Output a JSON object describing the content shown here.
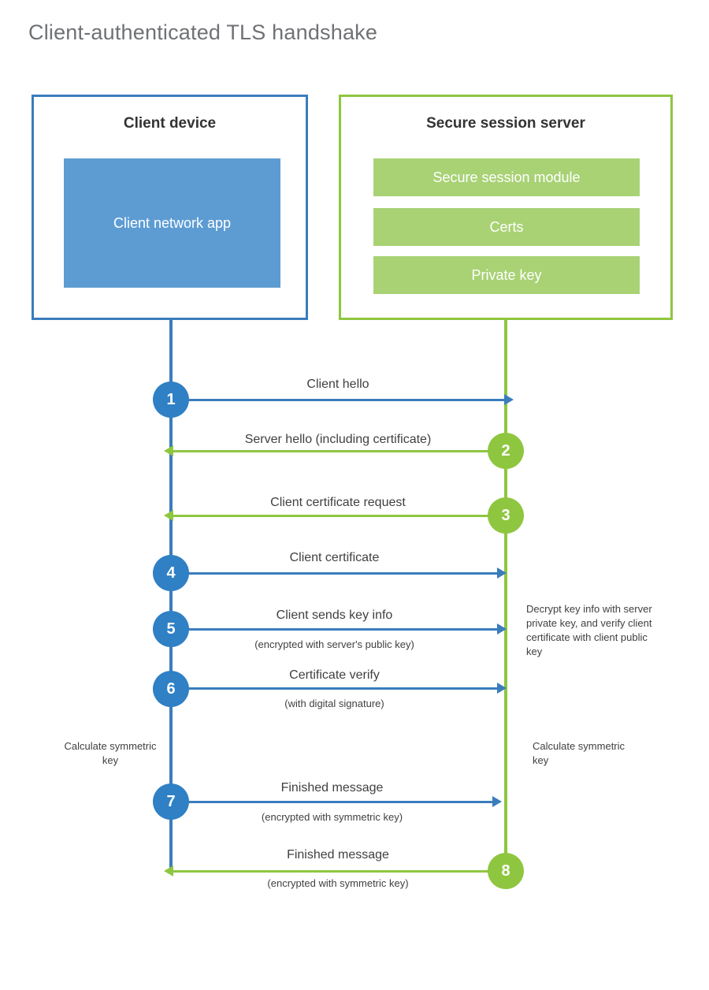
{
  "title": "Client-authenticated TLS handshake",
  "parties": {
    "client": {
      "name": "Client device",
      "blocks": [
        {
          "label": "Client network app"
        }
      ]
    },
    "server": {
      "name": "Secure session server",
      "blocks": [
        {
          "label": "Secure session module"
        },
        {
          "label": "Certs"
        },
        {
          "label": "Private key"
        }
      ]
    }
  },
  "steps": [
    {
      "number": "1",
      "label": "Client hello",
      "sub": "",
      "from": "client",
      "color": "blue"
    },
    {
      "number": "2",
      "label": "Server hello (including certificate)",
      "sub": "",
      "from": "server",
      "color": "green"
    },
    {
      "number": "3",
      "label": "Client certificate request",
      "sub": "",
      "from": "server",
      "color": "green"
    },
    {
      "number": "4",
      "label": "Client certificate",
      "sub": "",
      "from": "client",
      "color": "blue"
    },
    {
      "number": "5",
      "label": "Client sends key info",
      "sub": "(encrypted with server's public key)",
      "from": "client",
      "color": "blue"
    },
    {
      "number": "6",
      "label": "Certificate verify",
      "sub": "(with digital signature)",
      "from": "client",
      "color": "blue"
    },
    {
      "number": "7",
      "label": "Finished message",
      "sub": "(encrypted with symmetric key)",
      "from": "client",
      "color": "blue"
    },
    {
      "number": "8",
      "label": "Finished message",
      "sub": "(encrypted with symmetric key)",
      "from": "server",
      "color": "green"
    }
  ],
  "annotations": {
    "server_decrypt": "Decrypt key info with server private key, and verify client certificate with client public key",
    "client_calculate": "Calculate symmetric key",
    "server_calculate": "Calculate symmetric key"
  },
  "colors": {
    "client_accent": "#3a7dbd",
    "client_fill": "#5d9cd3",
    "client_circle": "#2f80c4",
    "server_accent": "#8fc640",
    "server_fill": "#a8d274",
    "title_text": "#6f7175",
    "body_text": "#404040",
    "background": "#ffffff"
  }
}
